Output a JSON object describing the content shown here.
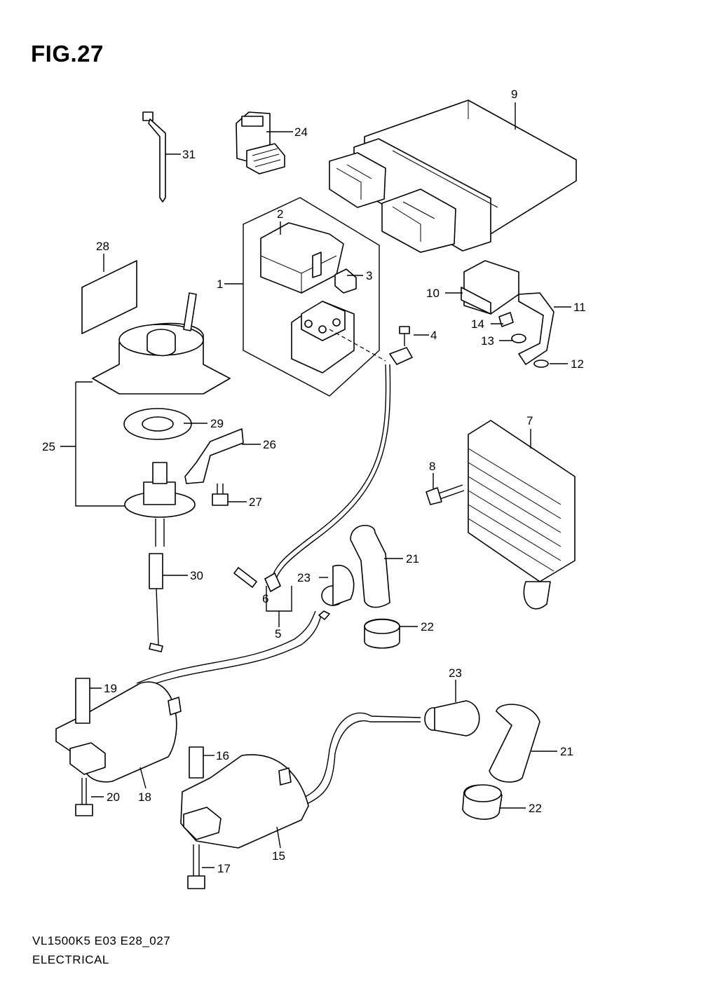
{
  "figure": {
    "title": "FIG.27",
    "model_code": "VL1500K5 E03 E28_027",
    "section": "ELECTRICAL"
  },
  "callouts": [
    {
      "id": "1",
      "label": "1"
    },
    {
      "id": "2",
      "label": "2"
    },
    {
      "id": "3",
      "label": "3"
    },
    {
      "id": "4",
      "label": "4"
    },
    {
      "id": "5",
      "label": "5"
    },
    {
      "id": "6",
      "label": "6"
    },
    {
      "id": "7",
      "label": "7"
    },
    {
      "id": "8",
      "label": "8"
    },
    {
      "id": "9",
      "label": "9"
    },
    {
      "id": "10",
      "label": "10"
    },
    {
      "id": "11",
      "label": "11"
    },
    {
      "id": "12",
      "label": "12"
    },
    {
      "id": "13",
      "label": "13"
    },
    {
      "id": "14",
      "label": "14"
    },
    {
      "id": "15",
      "label": "15"
    },
    {
      "id": "16",
      "label": "16"
    },
    {
      "id": "17",
      "label": "17"
    },
    {
      "id": "18",
      "label": "18"
    },
    {
      "id": "19",
      "label": "19"
    },
    {
      "id": "20",
      "label": "20"
    },
    {
      "id": "21a",
      "label": "21"
    },
    {
      "id": "21b",
      "label": "21"
    },
    {
      "id": "22a",
      "label": "22"
    },
    {
      "id": "22b",
      "label": "22"
    },
    {
      "id": "23a",
      "label": "23"
    },
    {
      "id": "23b",
      "label": "23"
    },
    {
      "id": "24",
      "label": "24"
    },
    {
      "id": "25",
      "label": "25"
    },
    {
      "id": "26",
      "label": "26"
    },
    {
      "id": "27",
      "label": "27"
    },
    {
      "id": "28",
      "label": "28"
    },
    {
      "id": "29",
      "label": "29"
    },
    {
      "id": "30",
      "label": "30"
    },
    {
      "id": "31",
      "label": "31"
    }
  ]
}
